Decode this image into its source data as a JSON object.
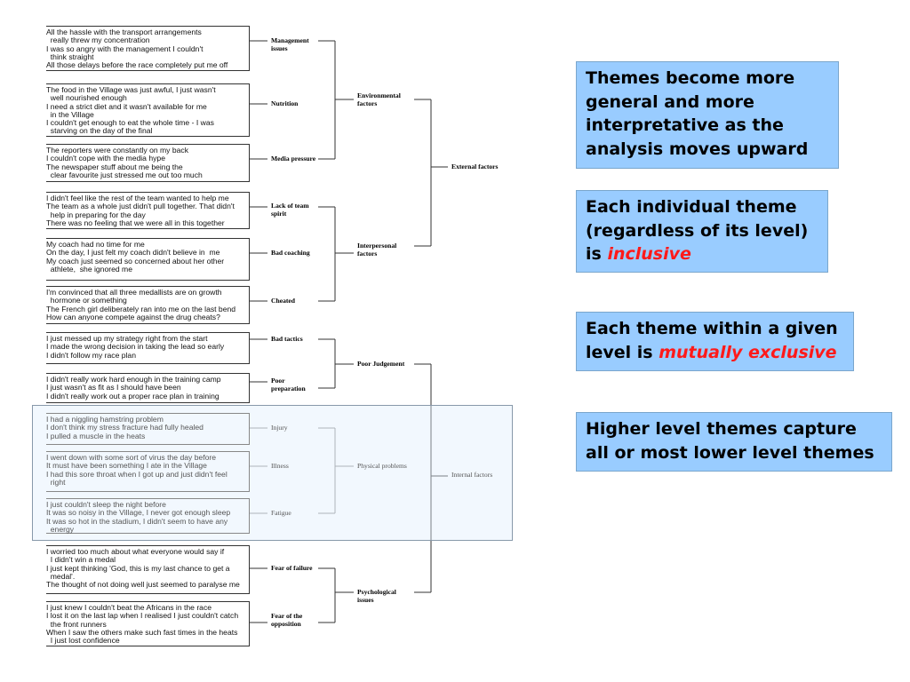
{
  "quote_groups": [
    {
      "lines": [
        "All the hassle with the transport arrangements",
        "  really threw my concentration",
        "I was so angry with the management I couldn't",
        "  think straight",
        "All those delays before the race completely put me off"
      ]
    },
    {
      "lines": [
        "The food in the Village was just awful, I just wasn't",
        "  well nourished enough",
        "I need a strict diet and it wasn't available for me",
        "  in the Village",
        "I couldn't get enough to eat the whole time - I was",
        "  starving on the day of the final"
      ]
    },
    {
      "lines": [
        "The reporters were constantly on my back",
        "I couldn't cope with the media hype",
        "The newspaper stuff about me being the",
        "  clear favourite just stressed me out too much"
      ]
    },
    {
      "lines": [
        "I didn't feel like the rest of the team wanted to help me",
        "The team as a whole just didn't pull together. That didn't",
        "  help in preparing for the day",
        "There was no feeling that we were all in this together"
      ]
    },
    {
      "lines": [
        "My coach had no time for me",
        "On the day, I just felt my coach didn't believe in  me",
        "My coach just seemed so concerned about her other",
        "  athlete,  she ignored me"
      ]
    },
    {
      "lines": [
        "I'm convinced that all three medallists are on growth",
        "  hormone or something",
        "The French girl deliberately ran into me on the last bend",
        "How can anyone compete against the drug cheats?"
      ]
    },
    {
      "lines": [
        "I just messed up my strategy right from the start",
        "I made the wrong decision in taking the lead so early",
        "I didn't follow my race plan"
      ]
    },
    {
      "lines": [
        "I didn't really work hard enough in the training camp",
        "I just wasn't as fit as I should have been",
        "I didn't really work out a proper race plan in training"
      ]
    },
    {
      "lines": [
        "I had a niggling hamstring problem",
        "I don't think my stress fracture had fully healed",
        "I pulled a muscle in the heats"
      ]
    },
    {
      "lines": [
        "I went down with some sort of virus the day before",
        "It must have been something I ate in the Village",
        "I had this sore throat when I got up and just didn't feel",
        "  right"
      ]
    },
    {
      "lines": [
        "I just couldn't sleep the night before",
        "It was so noisy in the Village, I never got enough sleep",
        "It was so hot in the stadium, I didn't seem to have any",
        "  energy"
      ]
    },
    {
      "lines": [
        "I worried too much about what everyone would say if",
        "  I didn't win a medal",
        "I just kept thinking 'God, this is my last chance to get a",
        "  medal'.",
        "The thought of not doing well just seemed to paralyse me"
      ]
    },
    {
      "lines": [
        "I just knew I couldn't beat the Africans in the race",
        "I lost it on the last lap when I realised I just couldn't catch",
        "  the front runners",
        "When I saw the others make such fast times in the heats",
        "  I just lost confidence"
      ]
    }
  ],
  "themes_level1": [
    {
      "lines": [
        "Management",
        "issues"
      ]
    },
    {
      "lines": [
        "Nutrition"
      ]
    },
    {
      "lines": [
        "Media pressure"
      ]
    },
    {
      "lines": [
        "Lack of team",
        "spirit"
      ]
    },
    {
      "lines": [
        "Bad coaching"
      ]
    },
    {
      "lines": [
        "Cheated"
      ]
    },
    {
      "lines": [
        "Bad tactics"
      ]
    },
    {
      "lines": [
        "Poor",
        "preparation"
      ]
    },
    {
      "lines": [
        "Injury"
      ]
    },
    {
      "lines": [
        "Illness"
      ]
    },
    {
      "lines": [
        "Fatigue"
      ]
    },
    {
      "lines": [
        "Fear of failure"
      ]
    },
    {
      "lines": [
        "Fear of the",
        "opposition"
      ]
    }
  ],
  "themes_level2": [
    {
      "lines": [
        "Environmental",
        "factors"
      ]
    },
    {
      "lines": [
        "Interpersonal",
        "factors"
      ]
    },
    {
      "lines": [
        "Poor Judgement"
      ]
    },
    {
      "lines": [
        "Physical problems"
      ]
    },
    {
      "lines": [
        "Psychological",
        "issues"
      ]
    }
  ],
  "themes_level3": [
    {
      "lines": [
        "External  factors"
      ]
    },
    {
      "lines": [
        "Internal  factors"
      ]
    }
  ],
  "notes": {
    "note1": {
      "text": "Themes become more general and more interpretative as the analysis moves upward"
    },
    "note2": {
      "before": "Each individual theme (regardless of its level) is ",
      "emphasis": "inclusive"
    },
    "note3": {
      "before": "Each theme within a given level is ",
      "emphasis": "mutually exclusive"
    },
    "note4": {
      "text": "Higher level themes capture all or most lower level themes"
    }
  },
  "colors": {
    "note_background": "#99ccff",
    "emphasis": "#ff1a1a"
  }
}
